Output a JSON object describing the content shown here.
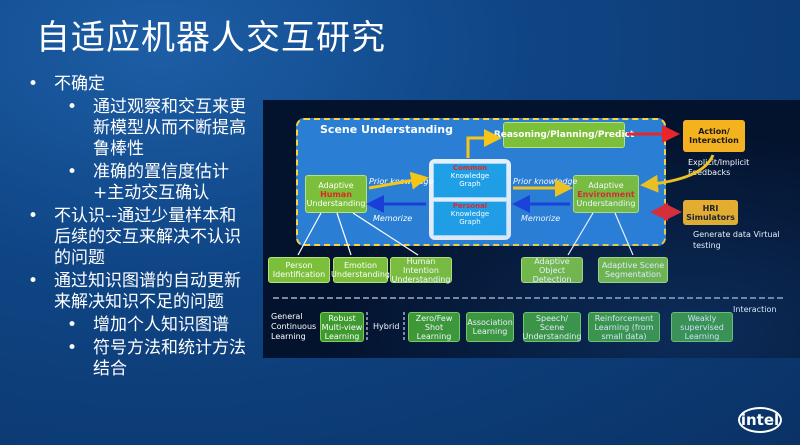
{
  "slide": {
    "title": "自适应机器人交互研究",
    "bullets": [
      {
        "level": 1,
        "text": "不确定"
      },
      {
        "level": 2,
        "text": "通过观察和交互来更新模型从而不断提高鲁棒性"
      },
      {
        "level": 2,
        "text": "准确的置信度估计+主动交互确认"
      },
      {
        "level": 1,
        "text": "不认识--通过少量样本和后续的交互来解决不认识的问题"
      },
      {
        "level": 1,
        "text": "通过知识图谱的自动更新来解决知识不足的问题"
      },
      {
        "level": 2,
        "text": "增加个人知识图谱"
      },
      {
        "level": 2,
        "text": "符号方法和统计方法结合"
      }
    ],
    "logo": "intel"
  },
  "diagram": {
    "scene_title": "Scene Understanding",
    "reasoning": "Reasoning/Planning/Predict",
    "action": "Action/ Interaction",
    "explicit": "Explicit/Implicit Feedbacks",
    "hri": "HRI Simulators",
    "generate": "Generate data Virtual testing",
    "adaptive_human": {
      "line1": "Adaptive",
      "line2": "Human",
      "line3": "Understanding"
    },
    "adaptive_env": {
      "line1": "Adaptive",
      "line2": "Environment",
      "line3": "Understanding"
    },
    "prior_left": "Prior knowledge",
    "prior_right": "Prior knowledge",
    "memorize_left": "Memorize",
    "memorize_right": "Memorize",
    "common_kg": {
      "line1": "Common",
      "line2": "Knowledge",
      "line3": "Graph"
    },
    "personal_kg": {
      "line1": "Personal",
      "line2": "Knowledge",
      "line3": "Graph"
    },
    "person_id": "Person Identification",
    "emotion": "Emotion Understanding",
    "human_intention": "Human Intention Understanding",
    "object_detection": "Adaptive Object Detection",
    "scene_seg": "Adaptive Scene Segmentation",
    "interaction_label": "Interaction",
    "general": "General Continuous Learning",
    "robust": "Robust Multi-view Learning",
    "hybrid": "Hybrid",
    "zero_few": "Zero/Few Shot Learning",
    "association": "Association Learning",
    "speech": "Speech/ Scene Understanding",
    "reinforcement": "Reinforcement Learning (from small data)",
    "weakly": "Weakly supervised Learning"
  }
}
